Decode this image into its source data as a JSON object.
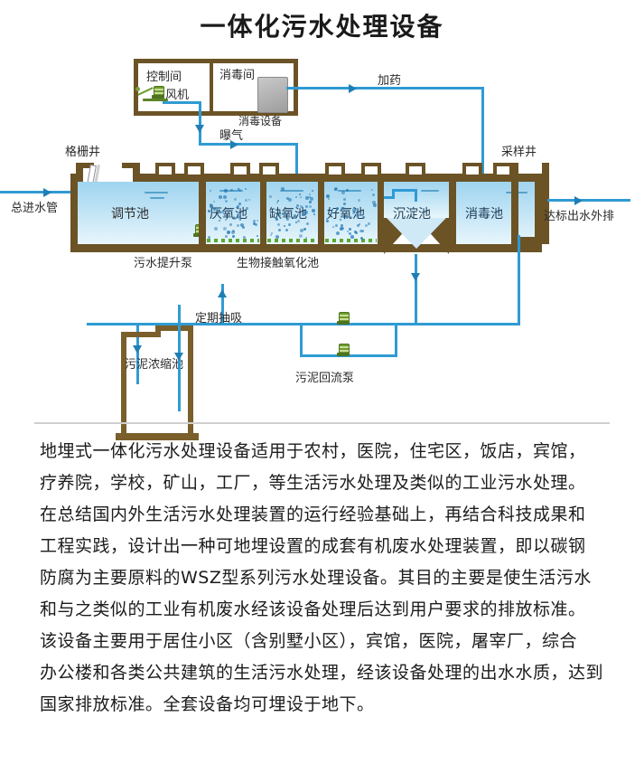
{
  "title": "一体化污水处理设备",
  "diagram": {
    "control_room": "控制间",
    "blower": "风机",
    "disinfection_room": "消毒间",
    "disinfection_equipment": "消毒设备",
    "aeration": "曝气",
    "dosing": "加药",
    "grille_well": "格栅井",
    "main_inlet_pipe": "总进水管",
    "regulating_tank": "调节池",
    "sewage_lift_pump": "污水提升泵",
    "anaerobic_tank": "厌氧池",
    "anoxic_tank": "缺氧池",
    "aerobic_tank": "好氧池",
    "bio_contact_oxidation_tank": "生物接触氧化池",
    "sedimentation_tank": "沉淀池",
    "disinfection_tank": "消毒池",
    "sampling_well": "采样井",
    "compliant_effluent_discharge": "达标出水外排",
    "sludge_thickening_tank": "污泥浓缩池",
    "periodic_suction": "定期抽吸",
    "sludge_return_pump": "污泥回流泵"
  },
  "description": {
    "lines": [
      "地埋式一体化污水处理设备适用于农村，医院，住宅区，饭店，宾馆，",
      "疗养院，学校，矿山，工厂，等生活污水处理及类似的工业污水处理。",
      "在总结国内外生活污水处理装置的运行经验基础上，再结合科技成果和",
      "工程实践，设计出一种可地埋设置的成套有机废水处理装置，即以碳钢",
      "防腐为主要原料的WSZ型系列污水处理设备。其目的主要是使生活污水",
      "和与之类似的工业有机废水经该设备处理后达到用户要求的排放标准。",
      "该设备主要用于居住小区（含别墅小区），宾馆，医院，屠宰厂，综合",
      "办公楼和各类公共建筑的生活污水处理，经该设备处理的出水水质，达到",
      "国家排放标准。全套设备均可埋设于地下。"
    ]
  },
  "colors": {
    "pipe": "#2f9bd4",
    "structure": "#6b5326",
    "water_top": "#9fd4ef",
    "water_bottom": "#e8f6fc",
    "equipment": "#9d9d9d",
    "pump": "#6f9c2e"
  }
}
